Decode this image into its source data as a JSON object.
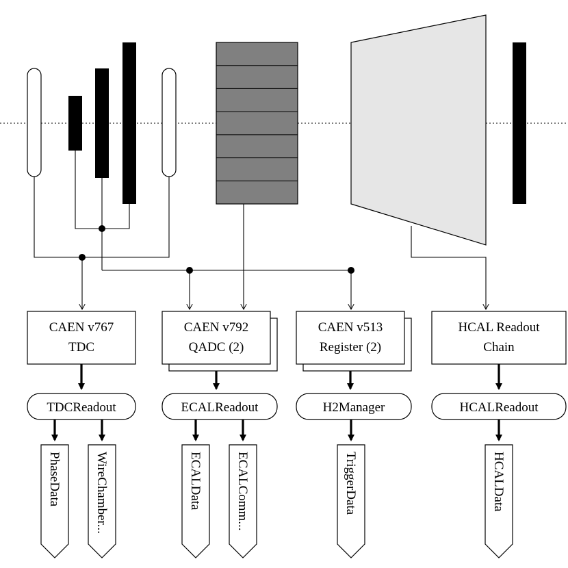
{
  "modules": [
    {
      "id": "tdc",
      "line1": "CAEN v767",
      "line2": "TDC",
      "stacked": false
    },
    {
      "id": "qadc",
      "line1": "CAEN v792",
      "line2": "QADC (2)",
      "stacked": true
    },
    {
      "id": "register",
      "line1": "CAEN v513",
      "line2": "Register (2)",
      "stacked": true
    },
    {
      "id": "hcal-chain",
      "line1": "HCAL Readout",
      "line2": "Chain",
      "stacked": false
    }
  ],
  "readouts": [
    {
      "id": "tdc-readout",
      "label": "TDCReadout"
    },
    {
      "id": "ecal-readout",
      "label": "ECALReadout"
    },
    {
      "id": "h2manager",
      "label": "H2Manager"
    },
    {
      "id": "hcal-readout",
      "label": "HCALReadout"
    }
  ],
  "outputs": [
    {
      "id": "phase-data",
      "label": "PhaseData"
    },
    {
      "id": "wire-chamber",
      "label": "WireChamber..."
    },
    {
      "id": "ecal-data",
      "label": "ECALData"
    },
    {
      "id": "ecal-comm",
      "label": "ECALComm..."
    },
    {
      "id": "trigger-data",
      "label": "TriggerData"
    },
    {
      "id": "hcal-data",
      "label": "HCALData"
    }
  ],
  "colors": {
    "line": "#000000",
    "detector_fill": "#000000",
    "ecal_fill": "#808080",
    "hcal_fill": "#e6e6e6",
    "box_fill": "#ffffff"
  }
}
